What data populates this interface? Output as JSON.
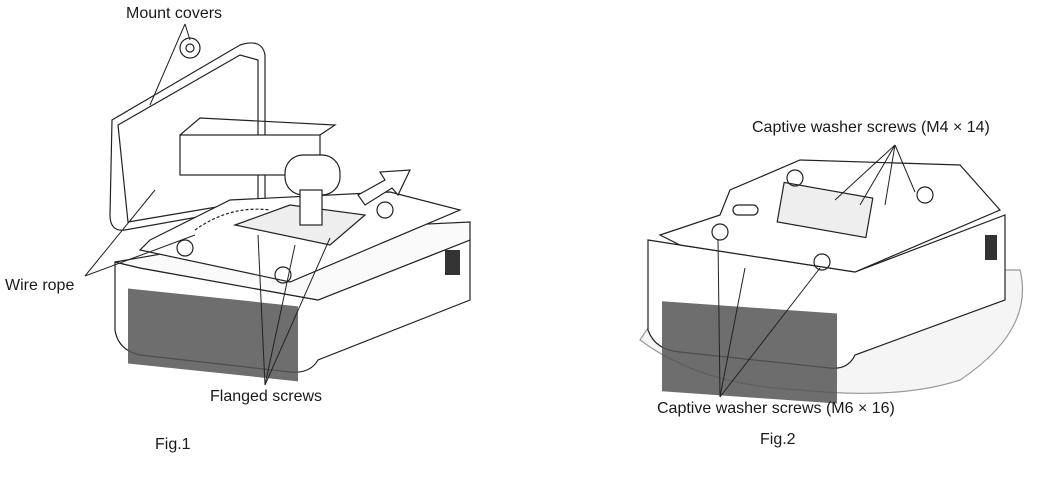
{
  "fig1": {
    "labels": {
      "mount_covers": "Mount covers",
      "wire_rope": "Wire rope",
      "flanged_screws": "Flanged screws"
    },
    "caption": "Fig.1"
  },
  "fig2": {
    "labels": {
      "captive_m4": "Captive washer screws (M4 × 14)",
      "captive_m6": "Captive washer screws (M6 × 16)"
    },
    "caption": "Fig.2"
  }
}
